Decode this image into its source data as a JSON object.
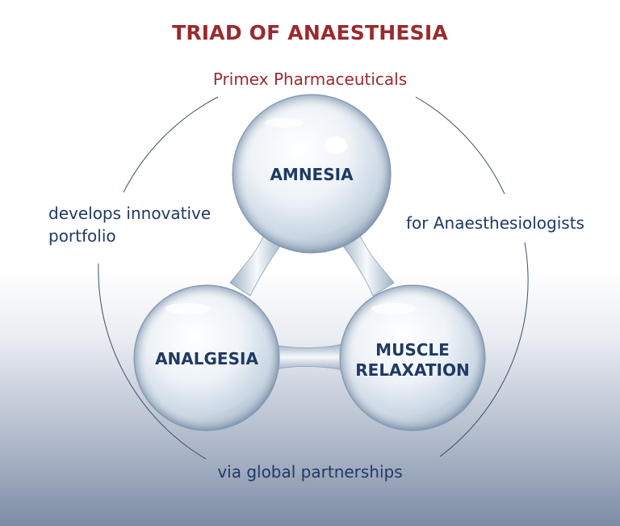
{
  "title": "TRIAD OF ANAESTHESIA",
  "subtitle": "Primex Pharmaceuticals",
  "left_caption": [
    "develops innovative",
    "portfolio"
  ],
  "right_caption": "for Anaesthesiologists",
  "bottom_caption": "via global partnerships",
  "nodes": {
    "top": [
      "AMNESIA"
    ],
    "left": [
      "ANALGESIA"
    ],
    "right": [
      "MUSCLE",
      "RELAXATION"
    ]
  },
  "colors": {
    "title": "#9a2a2e",
    "text": "#1f3a63",
    "ring": "#3d4f6b"
  }
}
